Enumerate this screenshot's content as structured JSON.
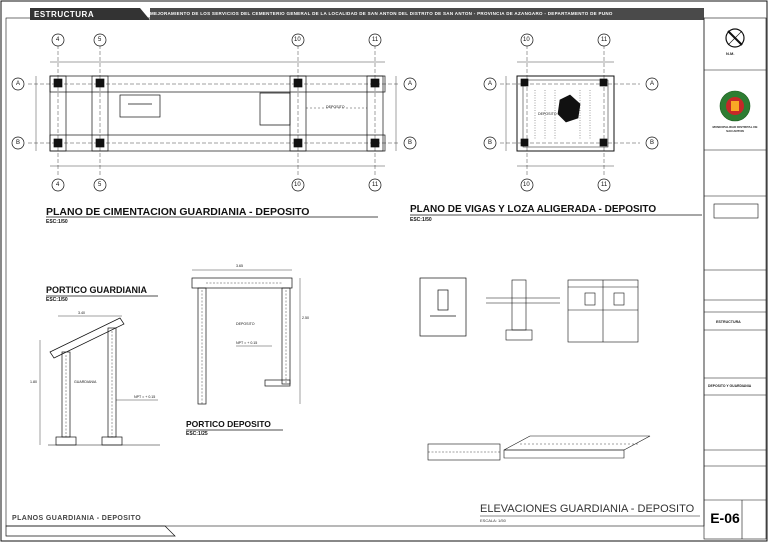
{
  "header": {
    "tag": "ESTRUCTURA",
    "project": "MEJORAMIENTO DE LOS SERVICIOS DEL CEMENTERIO GENERAL DE LA LOCALIDAD DE SAN ANTON DEL DISTRITO DE SAN ANTON - PROVINCIA DE AZANGARO - DEPARTAMENTO DE PUNO"
  },
  "footer": {
    "tag": "PLANOS GUARDIANIA - DEPOSITO"
  },
  "drawings": {
    "cimentacion": {
      "title": "PLANO DE CIMENTACION GUARDIANIA - DEPOSITO",
      "scale": "ESC:1/50"
    },
    "vigas": {
      "title": "PLANO DE VIGAS Y LOZA ALIGERADA - DEPOSITO",
      "scale": "ESC:1/50"
    },
    "portico_guardiania": {
      "title": "PORTICO GUARDIANIA",
      "scale": "ESC:1/50"
    },
    "portico_deposito": {
      "title": "PORTICO DEPOSITO",
      "scale": "ESC:1/25"
    },
    "elevaciones": {
      "title": "ELEVACIONES GUARDIANIA - DEPOSITO",
      "scale": "ESCALA: 1/50"
    }
  },
  "grid_labels": {
    "cols_left": [
      "4",
      "5",
      "10",
      "11"
    ],
    "cols_right": [
      "10",
      "11"
    ],
    "rows": [
      "A",
      "B"
    ]
  },
  "room_labels": {
    "guardiania": "GUARDIANIA",
    "deposito": "DEPOSITO",
    "npt": "NPT = + 0.15"
  },
  "dimensions": {
    "width_deposito": "3.65",
    "height_1": "2.50",
    "height_2": "1.80",
    "width_guardiania": "3.40"
  },
  "title_block": {
    "org": "MUNICIPALIDAD DISTRITAL DE SAN ANTON",
    "nm": "N.M.",
    "subject": "ESTRUCTURA",
    "drawing_name": "DEPOSITO Y GUARDIANIA",
    "sheet": "E-06"
  },
  "colors": {
    "line": "#111111",
    "banner": "#333333",
    "crest_green": "#2e7d32",
    "crest_red": "#c62828"
  }
}
